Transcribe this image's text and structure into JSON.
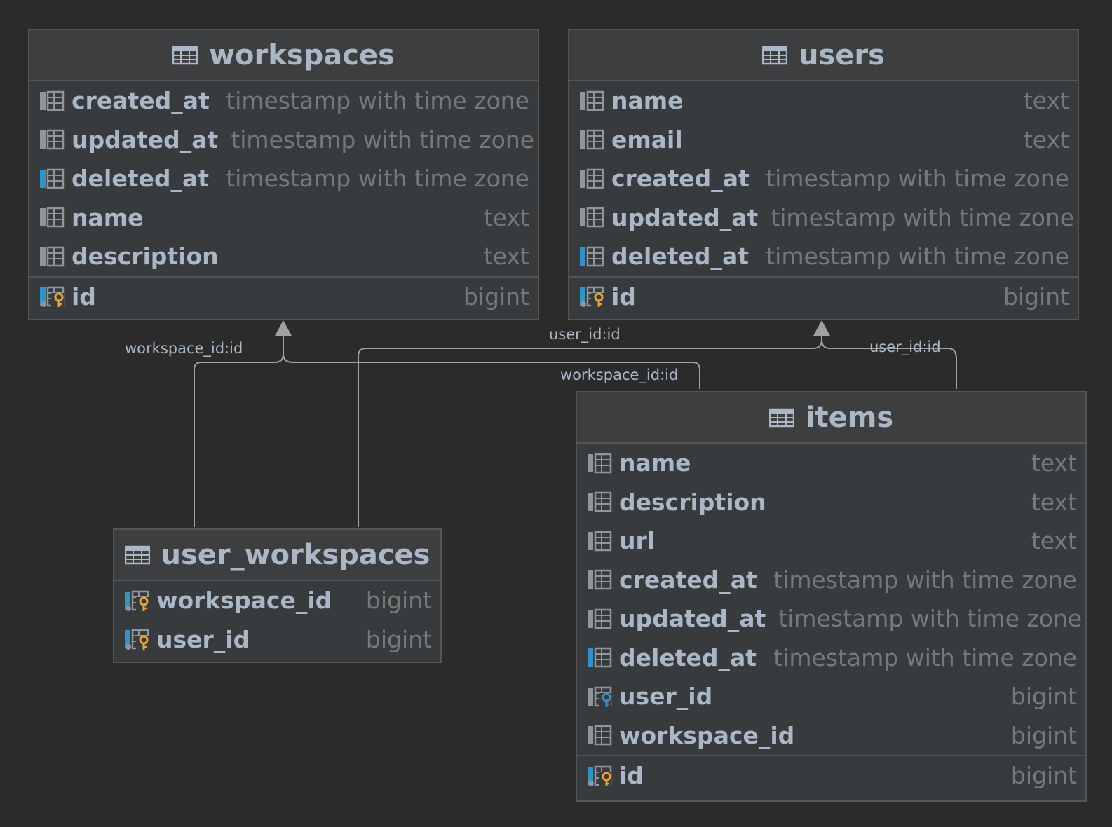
{
  "colors": {
    "background": "#2b2b2b",
    "table_bg": "#383b3e",
    "header_bg": "#3d3e40",
    "border": "#555555",
    "text": "#a9b7c6",
    "type_text": "#787878",
    "index_marker": "#3592c4",
    "primary_key": "#e8a43a",
    "foreign_key": "#3592c4",
    "edge": "#a0a0a0"
  },
  "tables": {
    "workspaces": {
      "name": "workspaces",
      "columns": [
        {
          "name": "created_at",
          "type": "timestamp with time zone",
          "icon": "column-icon"
        },
        {
          "name": "updated_at",
          "type": "timestamp with time zone",
          "icon": "column-icon"
        },
        {
          "name": "deleted_at",
          "type": "timestamp with time zone",
          "icon": "indexed-column-icon"
        },
        {
          "name": "name",
          "type": "text",
          "icon": "column-icon"
        },
        {
          "name": "description",
          "type": "text",
          "icon": "column-icon"
        }
      ],
      "pk": {
        "name": "id",
        "type": "bigint",
        "icon": "primary-key-icon"
      }
    },
    "users": {
      "name": "users",
      "columns": [
        {
          "name": "name",
          "type": "text",
          "icon": "column-icon"
        },
        {
          "name": "email",
          "type": "text",
          "icon": "column-icon"
        },
        {
          "name": "created_at",
          "type": "timestamp with time zone",
          "icon": "column-icon"
        },
        {
          "name": "updated_at",
          "type": "timestamp with time zone",
          "icon": "column-icon"
        },
        {
          "name": "deleted_at",
          "type": "timestamp with time zone",
          "icon": "indexed-column-icon"
        }
      ],
      "pk": {
        "name": "id",
        "type": "bigint",
        "icon": "primary-key-icon"
      }
    },
    "user_workspaces": {
      "name": "user_workspaces",
      "columns": [],
      "pk_rows": [
        {
          "name": "workspace_id",
          "type": "bigint",
          "icon": "primary-key-icon"
        },
        {
          "name": "user_id",
          "type": "bigint",
          "icon": "primary-key-icon"
        }
      ]
    },
    "items": {
      "name": "items",
      "columns": [
        {
          "name": "name",
          "type": "text",
          "icon": "column-icon"
        },
        {
          "name": "description",
          "type": "text",
          "icon": "column-icon"
        },
        {
          "name": "url",
          "type": "text",
          "icon": "column-icon"
        },
        {
          "name": "created_at",
          "type": "timestamp with time zone",
          "icon": "column-icon"
        },
        {
          "name": "updated_at",
          "type": "timestamp with time zone",
          "icon": "column-icon"
        },
        {
          "name": "deleted_at",
          "type": "timestamp with time zone",
          "icon": "indexed-column-icon"
        },
        {
          "name": "user_id",
          "type": "bigint",
          "icon": "foreign-key-icon"
        },
        {
          "name": "workspace_id",
          "type": "bigint",
          "icon": "column-icon"
        }
      ],
      "pk": {
        "name": "id",
        "type": "bigint",
        "icon": "primary-key-icon"
      }
    }
  },
  "relations": [
    {
      "label": "workspace_id:id",
      "from": "user_workspaces",
      "to": "workspaces"
    },
    {
      "label": "user_id:id",
      "from": "user_workspaces",
      "to": "users"
    },
    {
      "label": "workspace_id:id",
      "from": "items",
      "to": "workspaces"
    },
    {
      "label": "user_id:id",
      "from": "items",
      "to": "users"
    }
  ]
}
